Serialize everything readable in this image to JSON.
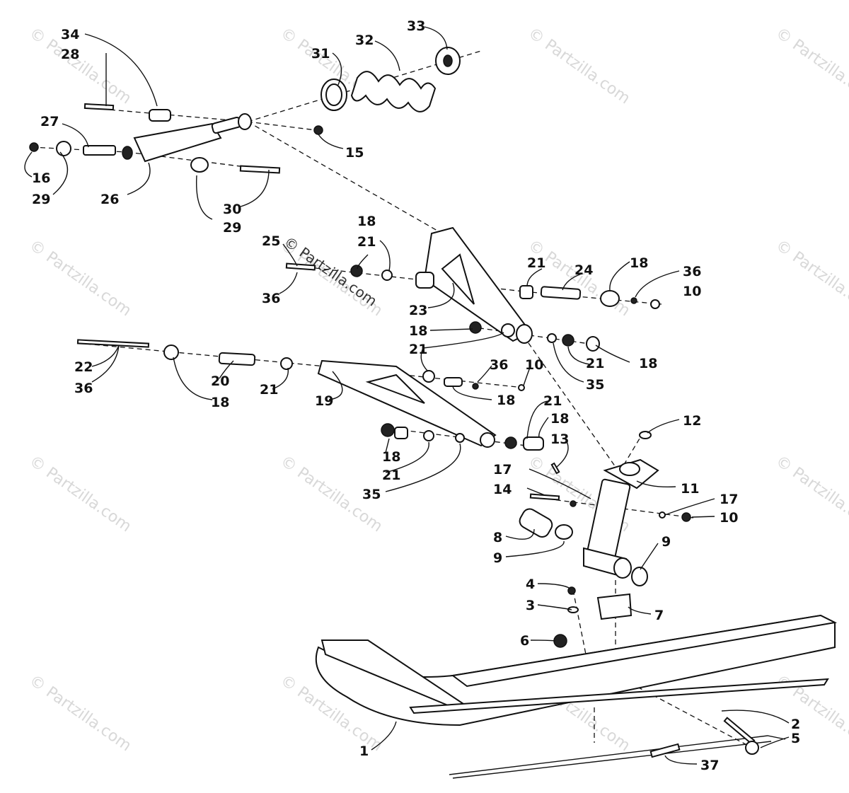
{
  "watermark": "© Partzilla.com",
  "callouts": [
    "34",
    "28",
    "31",
    "32",
    "33",
    "27",
    "15",
    "16",
    "29",
    "26",
    "30",
    "29",
    "18",
    "21",
    "25",
    "36",
    "23",
    "21",
    "24",
    "18",
    "36",
    "10",
    "18",
    "21",
    "21",
    "35",
    "18",
    "22",
    "36",
    "20",
    "18",
    "21",
    "19",
    "36",
    "10",
    "18",
    "21",
    "18",
    "12",
    "13",
    "18",
    "21",
    "35",
    "17",
    "11",
    "14",
    "17",
    "10",
    "8",
    "9",
    "9",
    "4",
    "3",
    "7",
    "6",
    "2",
    "1",
    "5",
    "37"
  ],
  "colors": {
    "ink": "#111111",
    "watermark": "#d8d8d8",
    "background": "#ffffff"
  }
}
